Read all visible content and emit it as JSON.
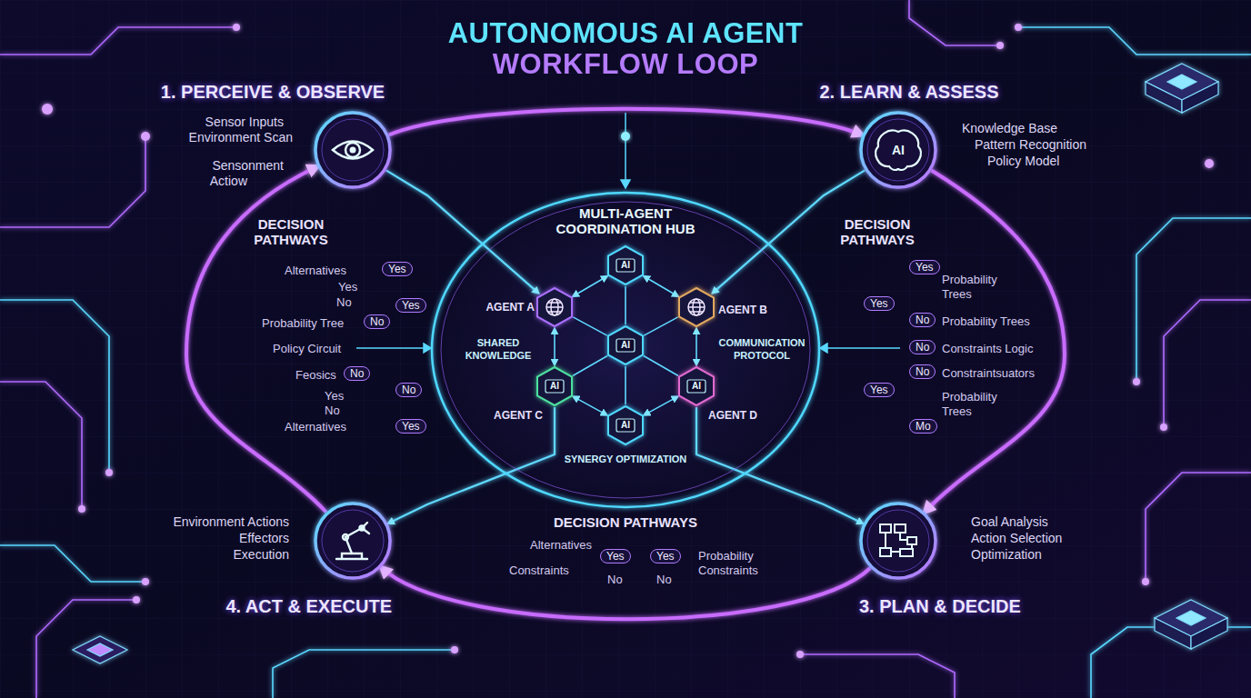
{
  "diagram": {
    "title": "AUTONOMOUS AI AGENT WORKFLOW LOOP",
    "nodes": [
      {
        "text": [
          "1. PERCEIVE & OBSERVE",
          "Sensor Inputs",
          "Environment Scan",
          "Sensonment",
          "Actiow"
        ]
      },
      {
        "text": [
          "2. LEARN & ASSESS",
          "AI",
          "Knowledge Base",
          "Pattern Recognition",
          "Policy Model"
        ]
      },
      {
        "text": [
          "MULTI-AGENT COORDINATION HUB"
        ]
      },
      {
        "text": [
          "AI"
        ],
        "in": 2
      },
      {
        "text": [
          "AGENT A"
        ],
        "in": 2
      },
      {
        "text": [
          "AGENT B"
        ],
        "in": 2
      },
      {
        "text": [
          "AI"
        ],
        "in": 2
      },
      {
        "text": [
          "AI",
          "AGENT C"
        ],
        "in": 2
      },
      {
        "text": [
          "AI",
          "AGENT D"
        ],
        "in": 2
      },
      {
        "text": [
          "AI"
        ],
        "in": 2
      },
      {
        "text": [
          "4. ACT & EXECUTE",
          "Environment Actions",
          "Effectors",
          "Execution"
        ]
      },
      {
        "text": [
          "3. PLAN & DECIDE",
          "Goal Analysis",
          "Action Selection",
          "Optimization"
        ]
      }
    ],
    "edges": [
      {
        "from": 0,
        "to": 1,
        "arrow": "to"
      },
      {
        "from": 1,
        "to": 11,
        "arrow": "to"
      },
      {
        "from": 11,
        "to": 10,
        "arrow": "to"
      },
      {
        "from": 10,
        "to": 0,
        "arrow": "to"
      },
      {
        "from": 0,
        "to": 4,
        "arrow": "to"
      },
      {
        "from": 1,
        "to": 5,
        "arrow": "to"
      },
      {
        "from": 7,
        "to": 10,
        "arrow": "to"
      },
      {
        "from": 8,
        "to": 11,
        "arrow": "to"
      },
      {
        "from": 3,
        "to": 4,
        "arrow": "both"
      },
      {
        "from": 3,
        "to": 5,
        "arrow": "both"
      },
      {
        "from": 4,
        "to": 7,
        "arrow": "both"
      },
      {
        "from": 5,
        "to": 8,
        "arrow": "both"
      },
      {
        "from": 7,
        "to": 9,
        "arrow": "both"
      },
      {
        "from": 9,
        "to": 8,
        "arrow": "both"
      },
      {
        "from": 6,
        "to": 3,
        "arrow": "none"
      },
      {
        "from": 6,
        "to": 4,
        "arrow": "none"
      },
      {
        "from": 6,
        "to": 5,
        "arrow": "none"
      },
      {
        "from": 6,
        "to": 7,
        "arrow": "none"
      },
      {
        "from": 6,
        "to": 8,
        "arrow": "none"
      },
      {
        "from": 6,
        "to": 9,
        "arrow": "none"
      }
    ],
    "labels": [
      "DECISION PATHWAYS",
      "Alternatives",
      "Yes",
      "Yes",
      "No",
      "Yes",
      "Probability Tree",
      "No",
      "Policy Circuit",
      "Feosics",
      "No",
      "No",
      "Yes",
      "No",
      "Alternatives",
      "Yes",
      "DECISION PATHWAYS",
      "Yes",
      "Probability Trees",
      "Yes",
      "No",
      "Probability Trees",
      "No",
      "Constraints Logic",
      "No",
      "Constraintsuators",
      "Yes",
      "Probability Trees",
      "Mo",
      "SHARED KNOWLEDGE",
      "COMMUNICATION PROTOCOL",
      "SYNERGY OPTIMIZATION",
      "DECISION PATHWAYS",
      "Alternatives",
      "Constraints",
      "Yes",
      "No",
      "Yes",
      "No",
      "Probability Constraints"
    ]
  }
}
